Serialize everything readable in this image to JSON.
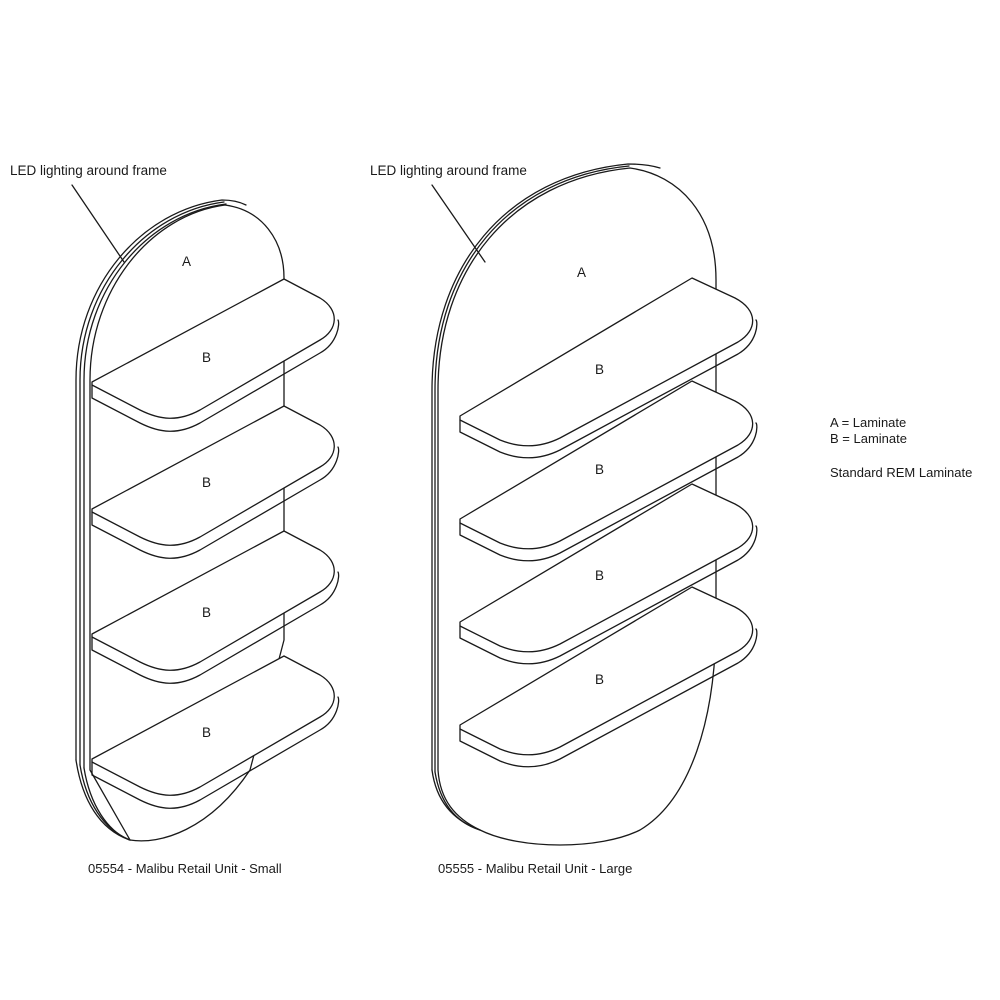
{
  "small_unit": {
    "callout": "LED lighting around frame",
    "back_panel_label": "A",
    "shelf_labels": [
      "B",
      "B",
      "B",
      "B"
    ],
    "caption": "05554 - Malibu Retail Unit - Small"
  },
  "large_unit": {
    "callout": "LED lighting around frame",
    "back_panel_label": "A",
    "shelf_labels": [
      "B",
      "B",
      "B",
      "B"
    ],
    "caption": "05555 - Malibu Retail Unit - Large"
  },
  "legend": {
    "line1": "A = Laminate",
    "line2": "B = Laminate",
    "line3": "Standard REM Laminate"
  }
}
